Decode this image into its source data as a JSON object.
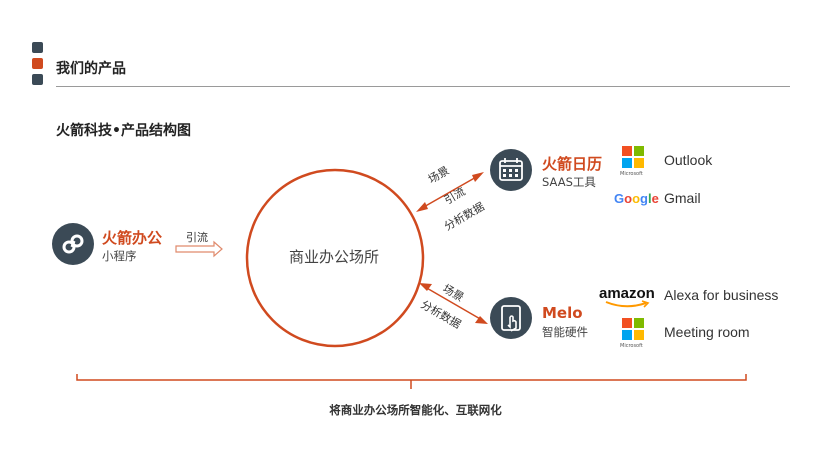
{
  "header": {
    "title": "我们的产品"
  },
  "diagram": {
    "title": "火箭科技•产品结构图",
    "left_app": {
      "name": "火箭办公",
      "sub": "小程序",
      "flow_label": "引流"
    },
    "center": {
      "label": "商业办公场所"
    },
    "top_link": {
      "line1": "场景",
      "line2": "引流",
      "line3": "分析数据"
    },
    "bottom_link": {
      "line1": "场景",
      "line2": "分析数据"
    },
    "calendar_app": {
      "name": "火箭日历",
      "sub": "SAAS工具"
    },
    "melo_app": {
      "name": "Melo",
      "sub": "智能硬件"
    },
    "partners": {
      "microsoft_caption": "Microsoft",
      "outlook": "Outlook",
      "google_logo": "Google",
      "gmail": "Gmail",
      "amazon_logo": "amazon",
      "alexa": "Alexa for business",
      "meeting_room": "Meeting room"
    },
    "bottom_caption": "将商业办公场所智能化、互联网化"
  },
  "colors": {
    "accent": "#d04a1f",
    "icon_bg": "#3b4a56",
    "flow_arrow": "#e08a6c"
  }
}
